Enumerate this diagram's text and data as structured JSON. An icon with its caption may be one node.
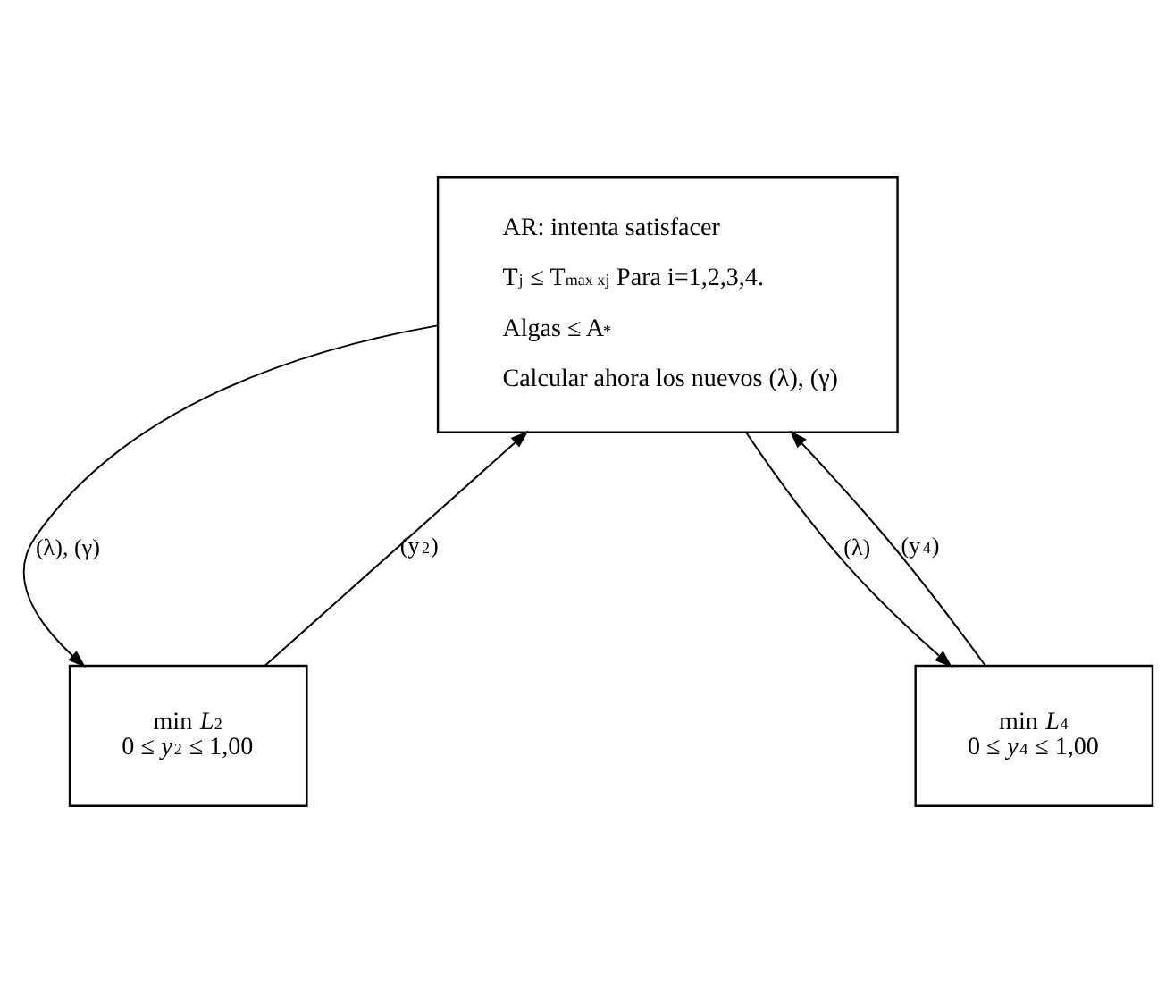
{
  "diagram": {
    "nodes": [
      {
        "text": [
          "AR: intenta satisfacer",
          "T$_{j}$ ≤ T$_{max xj}$ Para i=1,2,3,4.",
          "Algas ≤ A$^{*}$",
          "Calcular ahora los nuevos (λ), (γ)"
        ]
      },
      {
        "text": [
          "min *L*$_{2}$",
          "0 ≤ *y*$_{2}$ ≤ 1,00"
        ]
      },
      {
        "text": [
          "min *L*$_{4}$",
          "0 ≤ *y*$_{4}$ ≤ 1,00"
        ]
      }
    ],
    "edges": [
      {
        "from": 0,
        "to": 1,
        "arrow": "to",
        "label": "(λ), (γ)"
      },
      {
        "from": 1,
        "to": 0,
        "arrow": "to",
        "label": "(y$_{2}$)"
      },
      {
        "from": 0,
        "to": 2,
        "arrow": "to",
        "label": "(λ)"
      },
      {
        "from": 2,
        "to": 0,
        "arrow": "to",
        "label": "(y$_{4}$)"
      }
    ]
  }
}
